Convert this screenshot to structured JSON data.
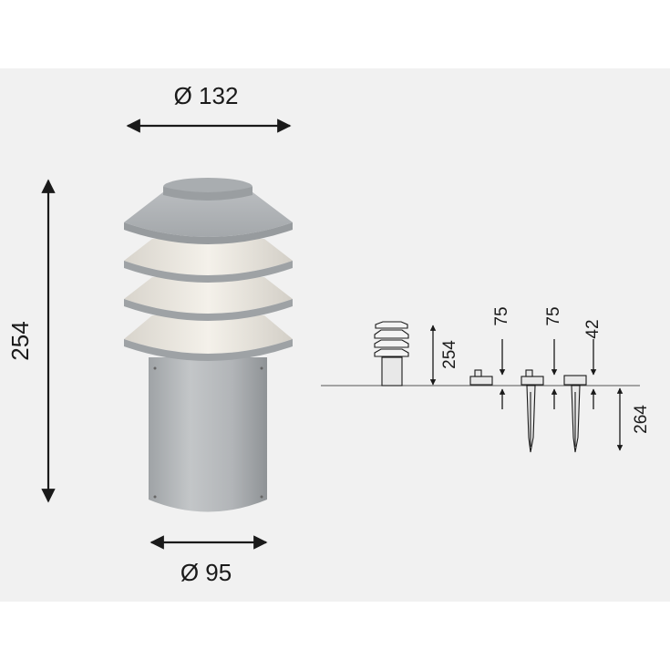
{
  "main_view": {
    "top_diameter": "Ø 132",
    "base_diameter": "Ø 95",
    "height": "254"
  },
  "install_view": {
    "fixture_height": "254",
    "mount_a": "75",
    "mount_b": "75",
    "mount_c": "42",
    "spike_depth": "264"
  },
  "colors": {
    "background_band": "#f1f1f1",
    "aluminium": "#b4b8bb",
    "diffuser": "#e9e6e0",
    "line": "#1a1a1a"
  }
}
